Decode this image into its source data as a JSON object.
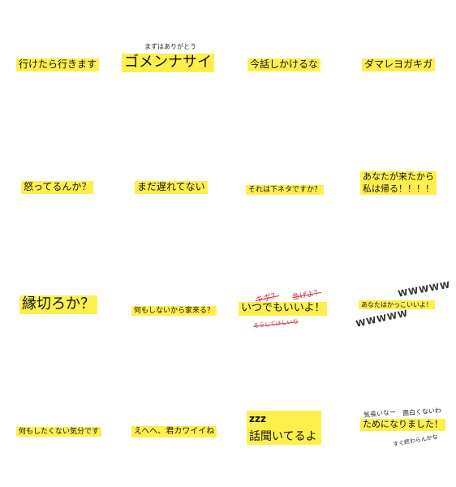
{
  "stickers": {
    "s1": "行けたら行きます",
    "s2_top": "まずはありがとう",
    "s2": "ゴメンナサイ",
    "s3": "今話しかけるな",
    "s4": "ダマレヨガキガ",
    "s5": "怒ってるんか？",
    "s6": "まだ遅れてない",
    "s7": "それは下ネタですか？",
    "s8_line1": "あなたが来たから",
    "s8_line2": "私は帰る！！！！",
    "s9": "縁切ろか？",
    "s10": "何もしないから家来る？",
    "s11_a": "キボ？",
    "s11_b": "急げよ？",
    "s11": "いつでもいいよ！",
    "s11_c": "そうしてほしいな",
    "s12_w1": "WWWWW",
    "s12": "あなたはかっこいいよ！",
    "s12_w2": "WWWWW",
    "s13": "何もしたくない気分です",
    "s14": "えへへ、君カワイイね",
    "s15_line1": "zzz",
    "s15_line2": "話聞いてるよ",
    "s16_a": "気長いなー",
    "s16_b": "面白くないわ",
    "s16": "ためになりました！",
    "s16_c": "すぐ終わらんかな"
  },
  "colors": {
    "highlight": "#ffef4d",
    "accent_red": "#cc3344"
  }
}
